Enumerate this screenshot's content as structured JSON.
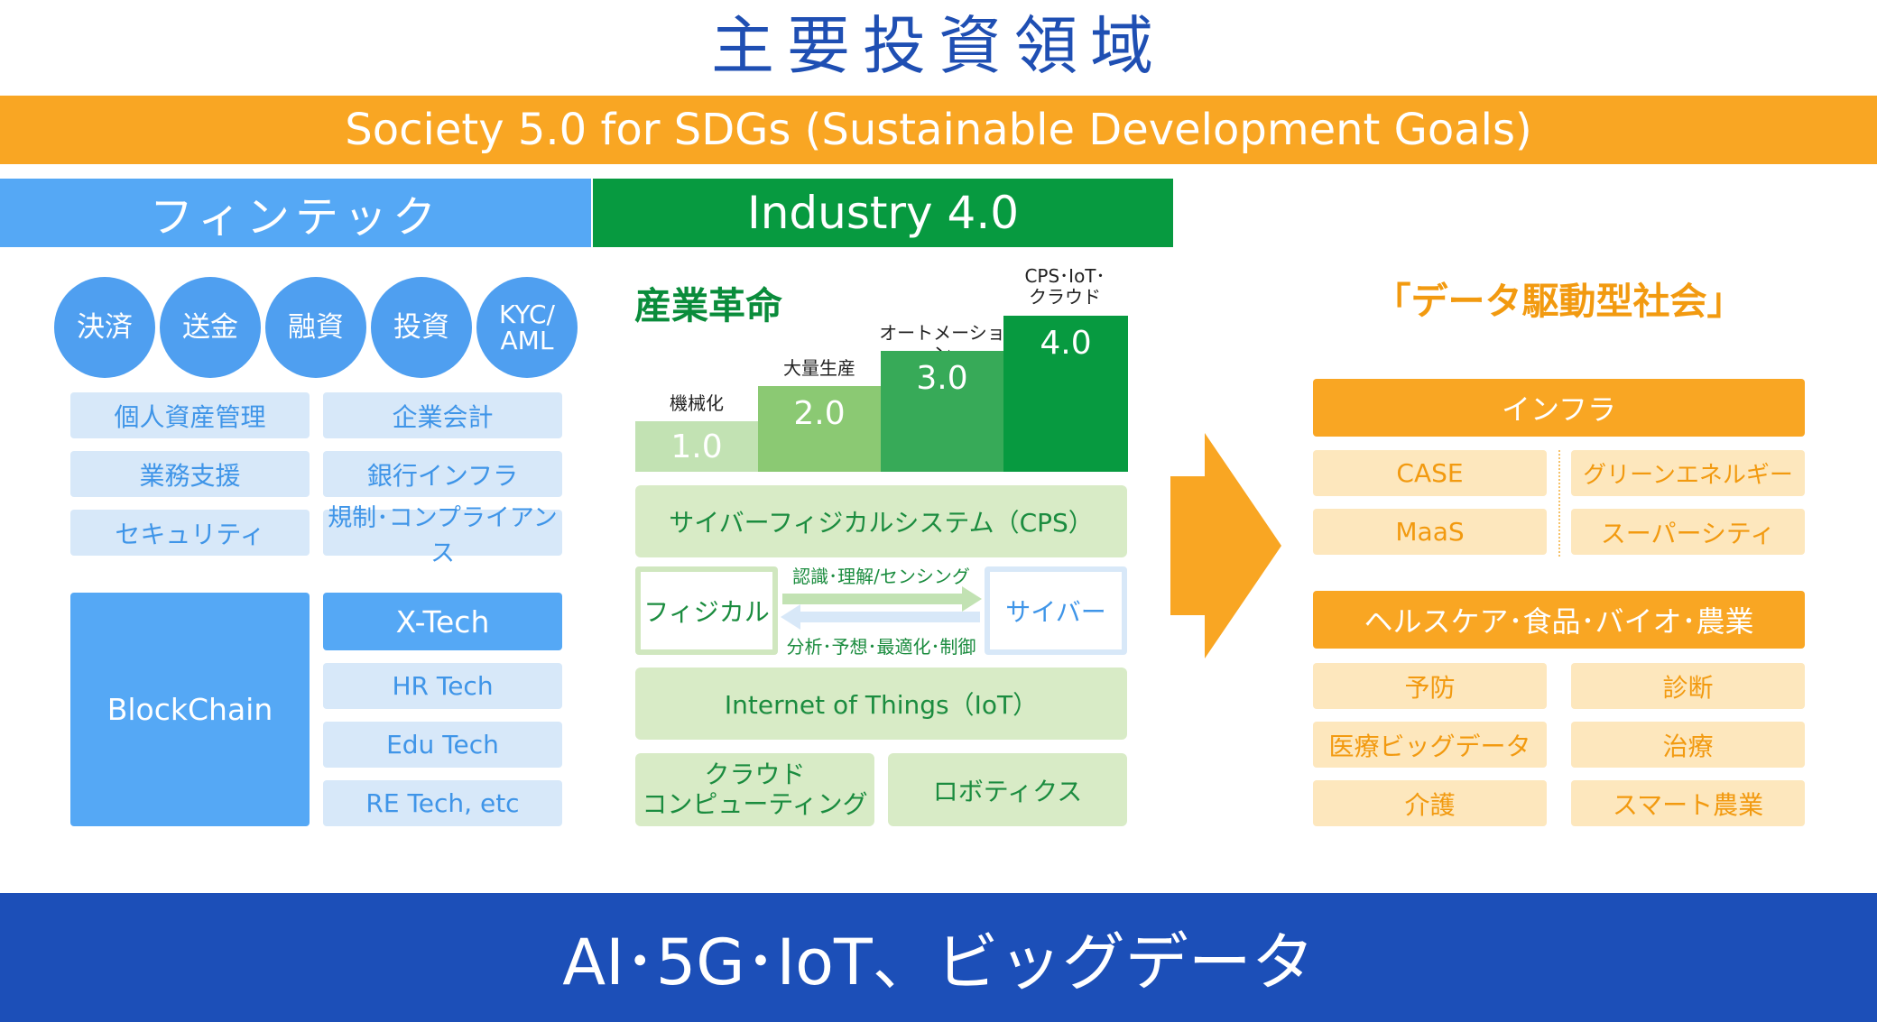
{
  "title": "主要投資領域",
  "society_band": "Society 5.0 for SDGs (Sustainable Development Goals)",
  "fintech": {
    "header": "フィンテック",
    "circles": [
      "決済",
      "送金",
      "融資",
      "投資",
      "KYC/\nAML"
    ],
    "chips": [
      "個人資産管理",
      "企業会計",
      "業務支援",
      "銀行インフラ",
      "セキュリティ",
      "規制･コンプライアンス"
    ],
    "blockchain": "BlockChain",
    "xtech": "X-Tech",
    "xtech_items": [
      "HR Tech",
      "Edu Tech",
      "RE Tech, etc"
    ]
  },
  "industry": {
    "header": "Industry 4.0",
    "revolution_title": "産業革命",
    "steps": [
      {
        "label": "機械化",
        "value": "1.0"
      },
      {
        "label": "大量生産",
        "value": "2.0"
      },
      {
        "label": "オートメーション",
        "value": "3.0"
      },
      {
        "label": "CPS･IoT･\nクラウド",
        "value": "4.0"
      }
    ],
    "cps": "サイバーフィジカルシステム（CPS）",
    "physical": "フィジカル",
    "cyber": "サイバー",
    "arrow_top": "認識･理解/センシング",
    "arrow_bottom": "分析･予想･最適化･制御",
    "iot": "Internet of Things（IoT）",
    "cloud": "クラウド\nコンピューティング",
    "robotics": "ロボティクス"
  },
  "data_society": {
    "title": "「データ駆動型社会」",
    "infra": "インフラ",
    "infra_items": [
      "CASE",
      "グリーンエネルギー",
      "MaaS",
      "スーパーシティ"
    ],
    "health": "ヘルスケア･食品･バイオ･農業",
    "health_items": [
      "予防",
      "診断",
      "医療ビッグデータ",
      "治療",
      "介護",
      "スマート農業"
    ]
  },
  "bottom_band": "AI･5G･IoT、ビッグデータ",
  "colors": {
    "orange": "#f9a623",
    "fintech_blue": "#55a8f5",
    "industry_green": "#079a40",
    "navy": "#1c4fb8"
  }
}
